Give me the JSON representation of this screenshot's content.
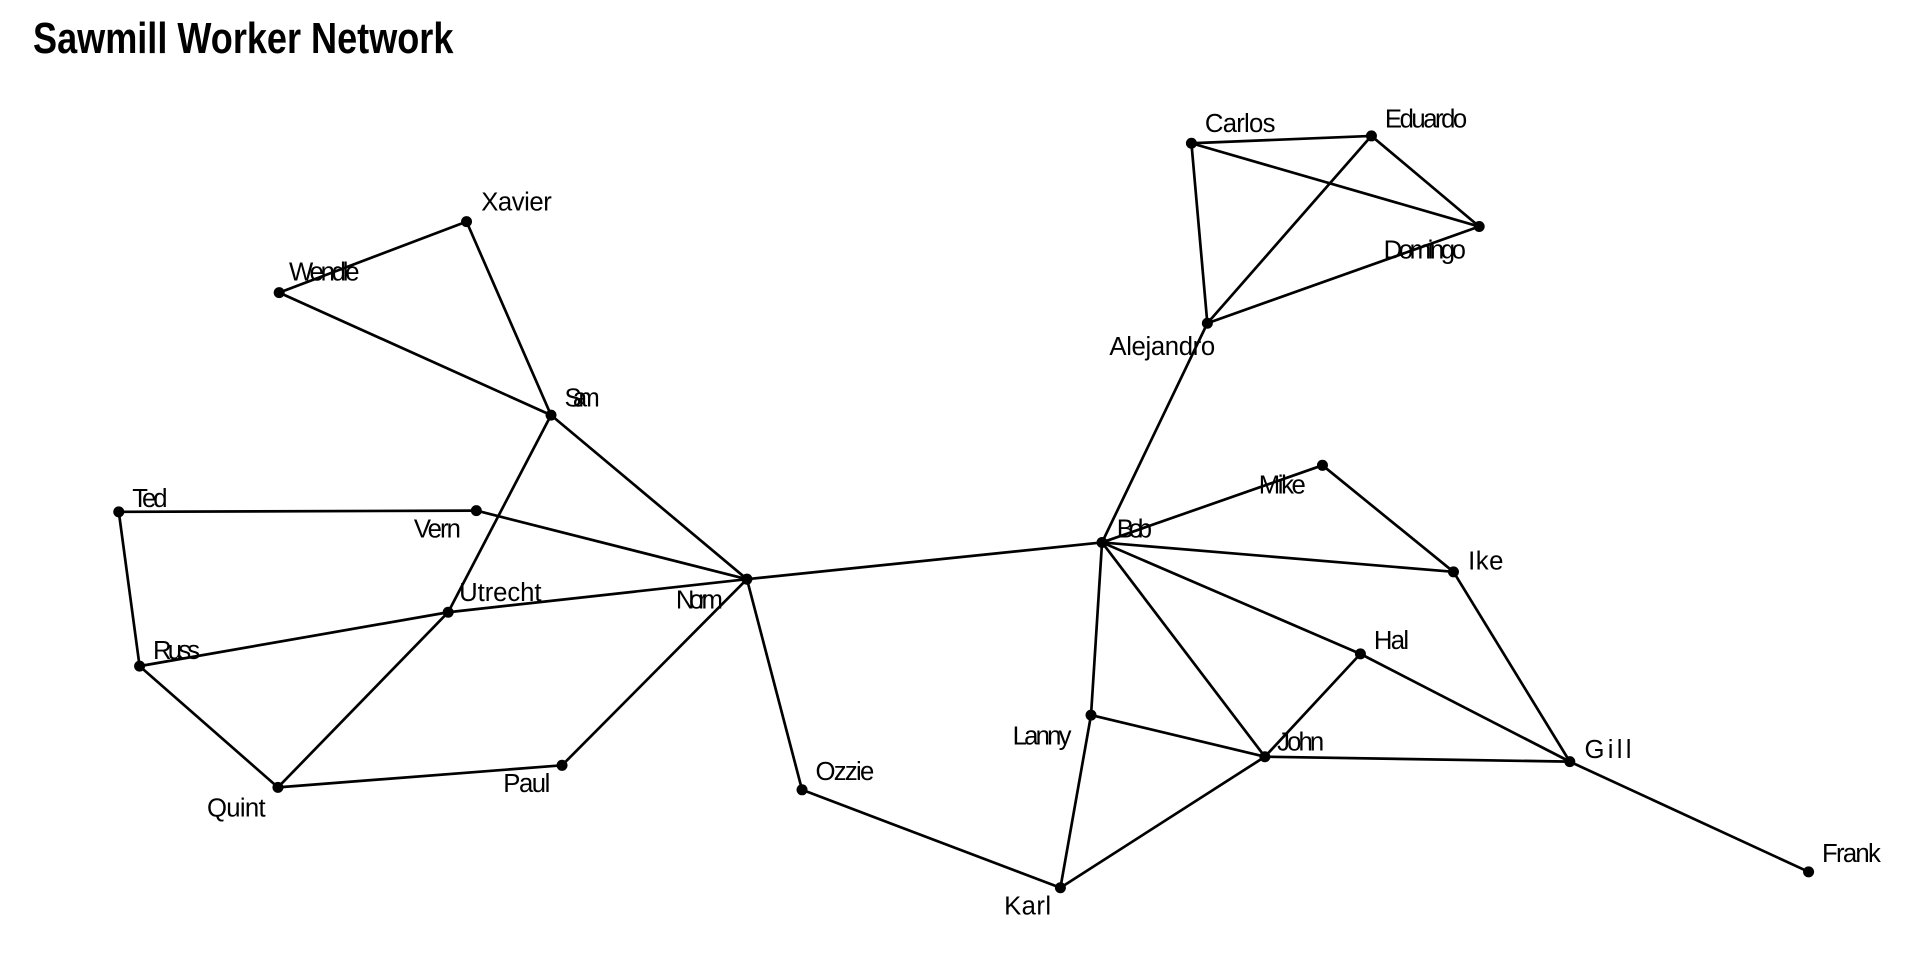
{
  "title": "Sawmill Worker Network",
  "nodes": [
    "Carlos",
    "Eduardo",
    "Domingo",
    "Alejandro",
    "Xavier",
    "Wendle",
    "Sam",
    "Ted",
    "Vern",
    "Norm",
    "Utrecht",
    "Russ",
    "Quint",
    "Paul",
    "Ozzie",
    "Bob",
    "Mike",
    "Ike",
    "Hal",
    "Lanny",
    "John",
    "Gill",
    "Karl",
    "Frank"
  ],
  "edges": [
    [
      "Carlos",
      "Eduardo"
    ],
    [
      "Carlos",
      "Domingo"
    ],
    [
      "Carlos",
      "Alejandro"
    ],
    [
      "Eduardo",
      "Domingo"
    ],
    [
      "Eduardo",
      "Alejandro"
    ],
    [
      "Domingo",
      "Alejandro"
    ],
    [
      "Alejandro",
      "Bob"
    ],
    [
      "Xavier",
      "Wendle"
    ],
    [
      "Xavier",
      "Sam"
    ],
    [
      "Wendle",
      "Sam"
    ],
    [
      "Sam",
      "Norm"
    ],
    [
      "Sam",
      "Utrecht"
    ],
    [
      "Ted",
      "Vern"
    ],
    [
      "Ted",
      "Russ"
    ],
    [
      "Vern",
      "Norm"
    ],
    [
      "Utrecht",
      "Norm"
    ],
    [
      "Utrecht",
      "Russ"
    ],
    [
      "Utrecht",
      "Quint"
    ],
    [
      "Russ",
      "Quint"
    ],
    [
      "Quint",
      "Paul"
    ],
    [
      "Paul",
      "Norm"
    ],
    [
      "Norm",
      "Ozzie"
    ],
    [
      "Norm",
      "Bob"
    ],
    [
      "Ozzie",
      "Karl"
    ],
    [
      "Bob",
      "Mike"
    ],
    [
      "Bob",
      "Ike"
    ],
    [
      "Bob",
      "Hal"
    ],
    [
      "Bob",
      "John"
    ],
    [
      "Bob",
      "Lanny"
    ],
    [
      "Mike",
      "Ike"
    ],
    [
      "Ike",
      "Gill"
    ],
    [
      "Hal",
      "John"
    ],
    [
      "Hal",
      "Gill"
    ],
    [
      "Lanny",
      "John"
    ],
    [
      "Lanny",
      "Karl"
    ],
    [
      "John",
      "Karl"
    ],
    [
      "John",
      "Gill"
    ],
    [
      "Gill",
      "Frank"
    ]
  ]
}
